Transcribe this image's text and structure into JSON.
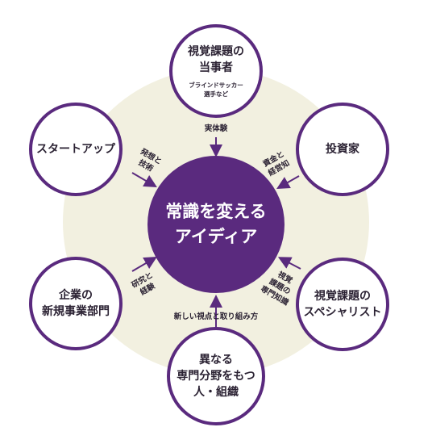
{
  "center": {
    "line1": "常識を変える",
    "line2": "アイディア"
  },
  "nodes": {
    "top": {
      "line1": "視覚課題の",
      "line2": "当事者",
      "sub1": "ブラインドサッカー",
      "sub2": "選手など"
    },
    "top_right": {
      "line1": "投資家"
    },
    "bottom_right": {
      "line1": "視覚課題の",
      "line2": "スペシャリスト"
    },
    "bottom": {
      "line1": "異なる",
      "line2": "専門分野をもつ",
      "line3": "人・組織"
    },
    "bottom_left": {
      "line1": "企業の",
      "line2": "新規事業部門"
    },
    "top_left": {
      "line1": "スタートアップ"
    }
  },
  "contributions": {
    "top": {
      "line1": "実体験"
    },
    "top_right": {
      "line1": "資金と",
      "line2": "経営知"
    },
    "bottom_right": {
      "line1": "視覚",
      "line2": "課題の",
      "line3": "専門知識"
    },
    "bottom": {
      "line1": "新しい視点と取り組み方"
    },
    "bottom_left": {
      "line1": "研究と",
      "line2": "経験"
    },
    "top_left": {
      "line1": "発想と",
      "line2": "技術"
    }
  },
  "colors": {
    "primary": "#5a2a7e",
    "background_circle": "#f2f0e0",
    "text": "#2b2233"
  }
}
